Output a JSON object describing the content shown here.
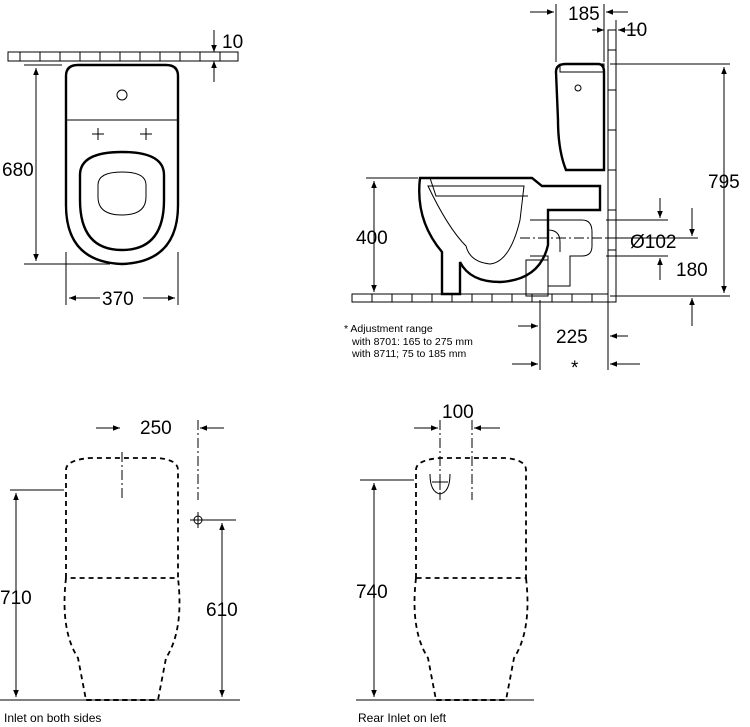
{
  "top_view": {
    "wall_depth": "10",
    "length": "680",
    "width": "370"
  },
  "side_view": {
    "cistern_depth": "185",
    "wall_gap": "10",
    "total_height": "795",
    "seat_height": "400",
    "outlet_diameter": "Ø102",
    "outlet_height": "180",
    "outlet_distance": "225",
    "asterisk": "*",
    "note_title": "* Adjustment range",
    "note_line1": "with 8701: 165 to 275 mm",
    "note_line2": "with 8711;  75 to 185 mm"
  },
  "front_view_left": {
    "inlet_offset": "250",
    "total_height": "710",
    "inlet_height": "610",
    "caption": "Inlet on both sides"
  },
  "front_view_right": {
    "inlet_offset": "100",
    "total_height": "740",
    "caption": "Rear Inlet on left"
  }
}
